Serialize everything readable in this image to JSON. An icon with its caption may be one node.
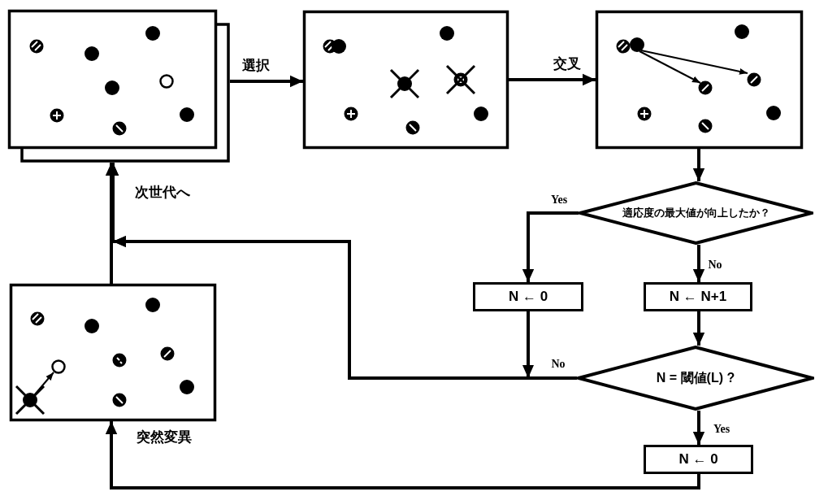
{
  "diagram": {
    "nodes": [
      {
        "text": [],
        "shape": "box"
      },
      {
        "text": [],
        "shape": "box"
      },
      {
        "text": [],
        "shape": "box"
      },
      {
        "text": [],
        "shape": "box"
      },
      {
        "text": [
          "適応度の最大値が向上したか？"
        ]
      },
      {
        "text": [
          "N ← 0"
        ]
      },
      {
        "text": [
          "N ← N+1"
        ]
      },
      {
        "text": [
          "N = 閾値(L) ?"
        ]
      },
      {
        "text": [
          "N ← 0"
        ]
      }
    ],
    "edges": [
      {
        "from": 0,
        "to": 1,
        "arrow": "to",
        "label": "選択"
      },
      {
        "from": 1,
        "to": 2,
        "arrow": "to",
        "label": "交叉"
      },
      {
        "from": 2,
        "to": 4,
        "arrow": "to"
      },
      {
        "from": 4,
        "to": 5,
        "arrow": "to",
        "label": "Yes"
      },
      {
        "from": 4,
        "to": 6,
        "arrow": "to",
        "label": "No"
      },
      {
        "from": 6,
        "to": 7,
        "arrow": "to"
      },
      {
        "from": 7,
        "to": 8,
        "arrow": "to",
        "label": "Yes"
      },
      {
        "from": 5,
        "to": 0,
        "arrow": "to"
      },
      {
        "from": 7,
        "to": 0,
        "arrow": "to",
        "label": "No"
      },
      {
        "from": 3,
        "to": 0,
        "arrow": "to",
        "label": "次世代へ"
      },
      {
        "from": 8,
        "to": 3,
        "arrow": "to",
        "label": "突然変異"
      }
    ]
  }
}
